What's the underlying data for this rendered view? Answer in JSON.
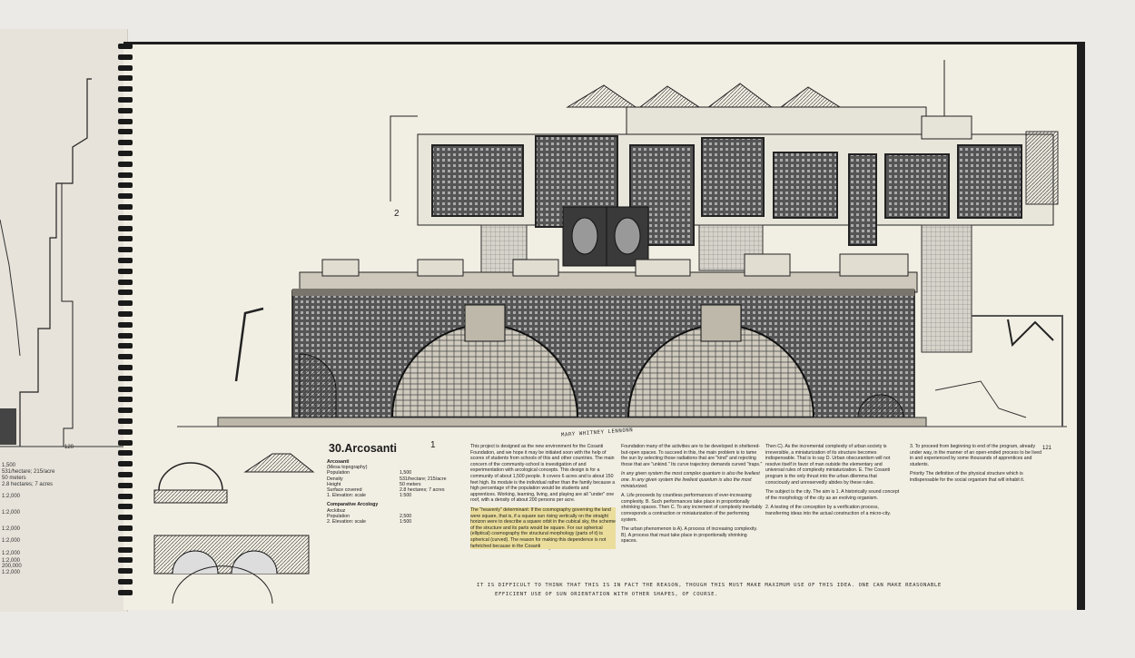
{
  "book": {
    "left_page_numbers": [
      "1,500",
      "531/hectare; 215/acre",
      "50 meters",
      "2.8 hectares; 7 acres",
      "1:2,000",
      "1:2,000",
      "1:2,000",
      "1:2,000",
      "1:2,000",
      "1:2,000",
      "200,000",
      "1:2,000"
    ],
    "left_page_number": "120",
    "right_page_number": "121"
  },
  "drawing": {
    "section_label": "2",
    "section_label_bottom": "1",
    "handwritten_label": "MARY WHITNEY LENNONN"
  },
  "entry": {
    "title": "30.Arcosanti",
    "heading": "Arcosanti",
    "subheading": "(Mesa topography)",
    "rows": [
      {
        "label": "Population",
        "value": "1,500"
      },
      {
        "label": "Density",
        "value": "531/hectare; 215/acre"
      },
      {
        "label": "Height",
        "value": "50 meters"
      },
      {
        "label": "Surface covered",
        "value": "2.8 hectares; 7 acres"
      },
      {
        "label": "1.  Elevation: scale",
        "value": "1:500"
      }
    ],
    "comparative_heading": "Comparative Arcology",
    "comparative_rows": [
      {
        "label": "Arckibuz",
        "value": ""
      },
      {
        "label": "Population",
        "value": "2,500"
      },
      {
        "label": "2.  Elevation: scale",
        "value": "1:500"
      }
    ]
  },
  "columns": {
    "col1": [
      "This project is designed as the new environment for the Cosanti Foundation, and we hope it may be initiated soon with the help of scores of students from schools of this and other countries. The main concern of the community-school is investigation of and experimentation with arcological concepts. This design is for a community of about 1,500 people. It covers 6 acres and is about 150 feet high. Its module is the individual rather than the family because a high percentage of the population would be students and apprentices. Working, learning, living, and playing are all \"under\" one roof, with a density of about 200 persons per acre.",
      "The \"heavenly\" determinant: If the cosmography governing the land were square, that is, if a square sun rising vertically on the straight horizon were to describe a square orbit in the cubical sky, the scheme of the structure and its parts would be square. For our spherical (elliptical) cosmography the structural morphology (parts of it) is spherical (curved). The reason for making this dependence is not farfetched because in the Cosanti"
    ],
    "col2": [
      "Foundation many of the activities are to be developed in sheltered-but-open spaces. To succeed in this, the main problem is to tame the sun by selecting those radiations that are \"kind\" and rejecting those that are \"unkind.\" Its curve trajectory demands curved \"traps.\"",
      "In any given system the most complex quantum is also the liveliest one. In any given system the liveliest quantum is also the most miniaturized.",
      "A. Life proceeds by countless performances of ever-increasing complexity. B. Such performances take place in proportionally shrinking spaces. Then C. To any increment of complexity inevitably corresponds a contraction or miniaturization of the performing system.",
      "The urban phenomenon is A). A process of increasing complexity. B). A process that must take place in proportionally shrinking spaces."
    ],
    "col3": [
      "Then C). As the incremental complexity of urban society is irreversible, a miniaturization of its structure becomes indispensable. That is to say D. Urban obscurantism will not resolve itself in favor of man outside the elementary and universal rules of complexity miniaturization. E. The Cosanti program is the only thrust into the urban dilemma that consciously and unreservedly abides by these rules.",
      "The subject is the city. The aim is 1. A historically sound concept of the morphology of the city as an evolving organism.",
      "2. A testing of the conception by a verification process, transferring ideas into the actual construction of a micro-city."
    ],
    "col4": [
      "3. To proceed from beginning to end of the program, already under way, in the manner of an open-ended process to be lived in and experienced by some thousands of apprentices and students.",
      "Priority The definition of the physical structure which is indispensable for the social organism that will inhabit it."
    ]
  },
  "handwritten_note": {
    "line1": "IT IS DIFFICULT TO THINK THAT THIS IS IN FACT THE REASON, THOUGH THIS MUST MAKE MAXIMUM USE OF THIS IDEA.  ONE CAN MAKE REASONABLE",
    "line2": "EFFICIENT USE OF SUN ORIENTATION WITH OTHER SHAPES, OF COURSE."
  }
}
